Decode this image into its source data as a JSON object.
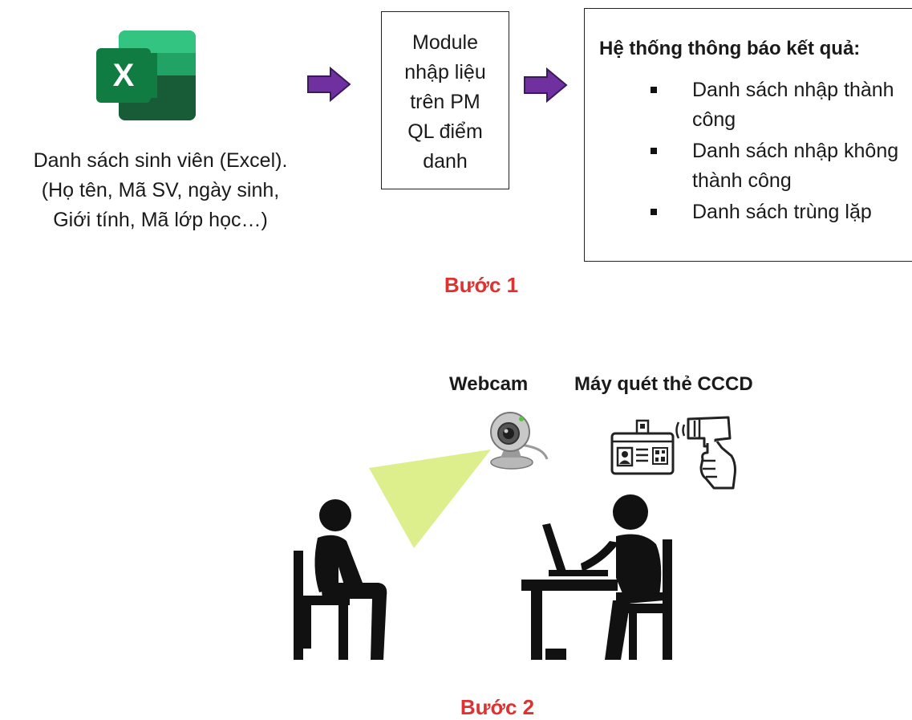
{
  "step1": {
    "excel": {
      "icon_letter": "X",
      "caption_lines": [
        "Danh sách sinh viên (Excel).",
        "(Họ tên, Mã SV, ngày sinh,",
        "Giới tính, Mã lớp học…)"
      ]
    },
    "module_lines": [
      "Module",
      "nhập liệu",
      "trên PM",
      "QL điểm",
      "danh"
    ],
    "result": {
      "title": "Hệ thống thông báo kết quả:",
      "items": [
        "Danh sách nhập thành công",
        "Danh sách nhập không thành công",
        "Danh sách trùng lặp"
      ]
    },
    "label": "Bước 1"
  },
  "step2": {
    "webcam_label": "Webcam",
    "scanner_label": "Máy quét thẻ CCCD",
    "label": "Bước 2"
  },
  "colors": {
    "arrow": "#7030a0",
    "step_label": "#e03030",
    "beam": "#dcef8c",
    "excel_dark": "#185c37",
    "excel_mid": "#21a366"
  }
}
